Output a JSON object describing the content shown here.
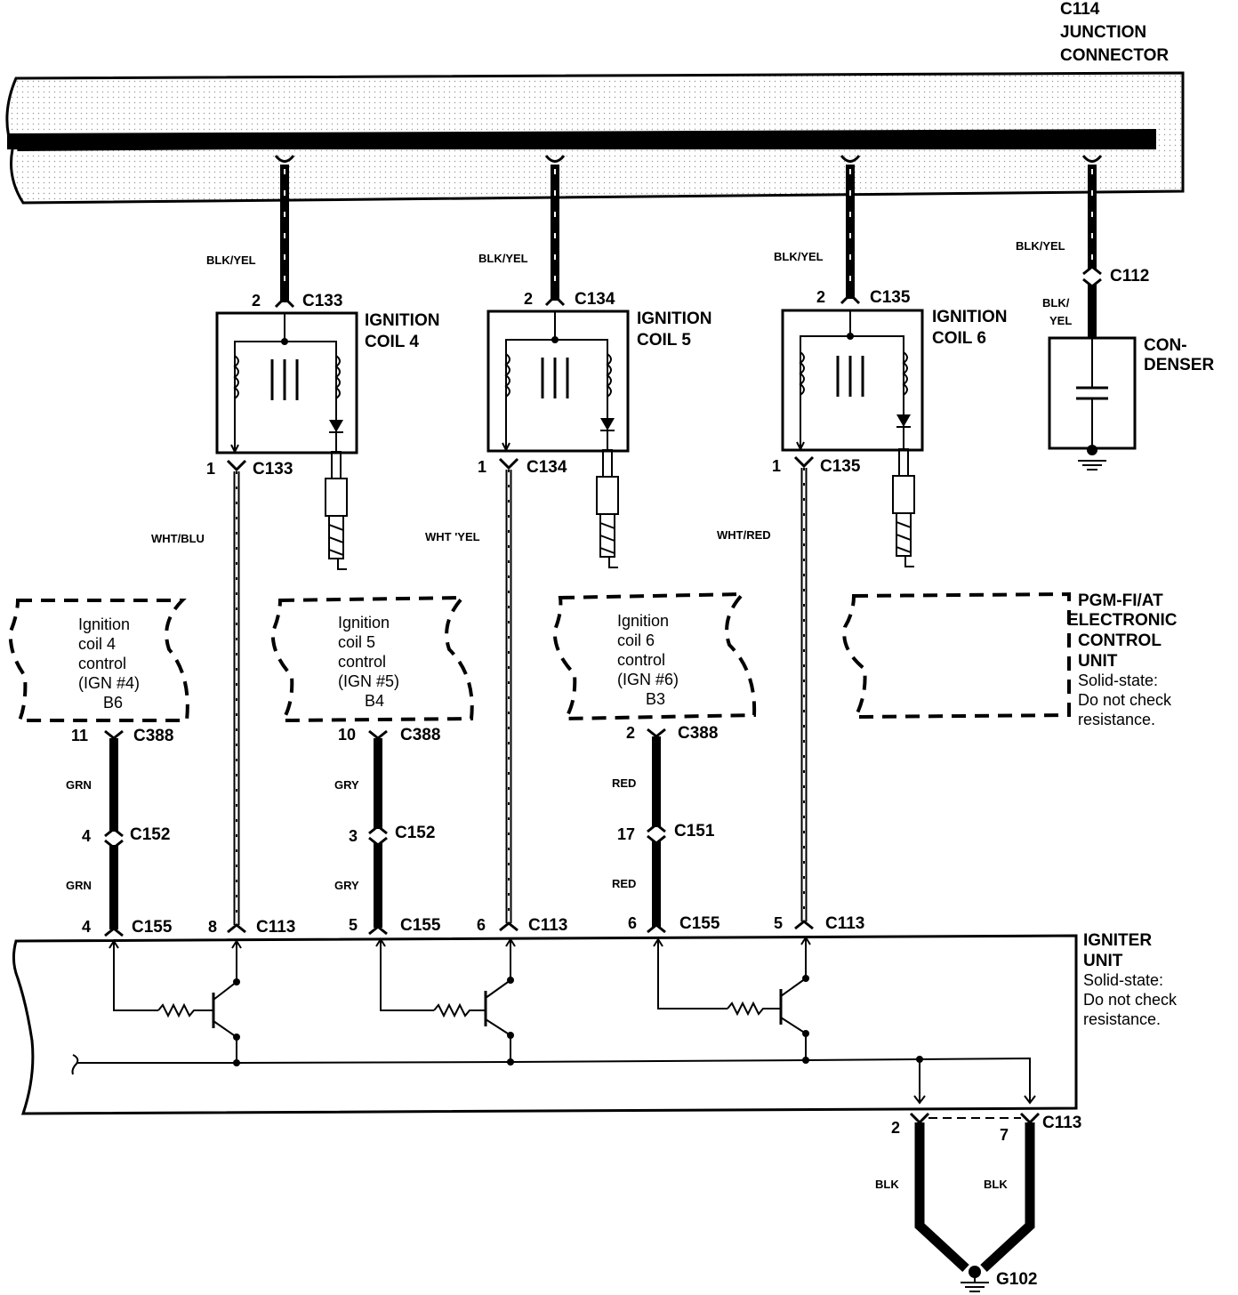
{
  "junction": {
    "line1": "C114",
    "line2": "JUNCTION",
    "line3": "CONNECTOR"
  },
  "coils": [
    {
      "title1": "IGNITION",
      "title2": "COIL 4",
      "top_conn": "C133",
      "top_pin": "2",
      "bottom_conn": "C133",
      "bottom_pin": "1",
      "supply_wire": "BLK/YEL",
      "signal_wire": "WHT/BLU",
      "ctl_lines": [
        "Ignition",
        "coil 4",
        "control",
        "(IGN #4)",
        "B6"
      ],
      "c388_pin": "11",
      "c388": "C388",
      "mid_wire": "GRN",
      "mid_pin": "4",
      "mid_conn": "C152",
      "low_wire": "GRN",
      "c155_pin": "4",
      "c155": "C155",
      "c113_pin": "8",
      "c113": "C113"
    },
    {
      "title1": "IGNITION",
      "title2": "COIL 5",
      "top_conn": "C134",
      "top_pin": "2",
      "bottom_conn": "C134",
      "bottom_pin": "1",
      "supply_wire": "BLK/YEL",
      "signal_wire": "WHT 'YEL",
      "ctl_lines": [
        "Ignition",
        "coil 5",
        "control",
        "(IGN #5)",
        "B4"
      ],
      "c388_pin": "10",
      "c388": "C388",
      "mid_wire": "GRY",
      "mid_pin": "3",
      "mid_conn": "C152",
      "low_wire": "GRY",
      "c155_pin": "5",
      "c155": "C155",
      "c113_pin": "6",
      "c113": "C113"
    },
    {
      "title1": "IGNITION",
      "title2": "COIL 6",
      "top_conn": "C135",
      "top_pin": "2",
      "bottom_conn": "C135",
      "bottom_pin": "1",
      "supply_wire": "BLK/YEL",
      "signal_wire": "WHT/RED",
      "ctl_lines": [
        "Ignition",
        "coil 6",
        "control",
        "(IGN #6)",
        "B3"
      ],
      "c388_pin": "2",
      "c388": "C388",
      "mid_wire": "RED",
      "mid_pin": "17",
      "mid_conn": "C151",
      "low_wire": "RED",
      "c155_pin": "6",
      "c155": "C155",
      "c113_pin": "5",
      "c113": "C113"
    }
  ],
  "condenser": {
    "wire_top": "BLK/YEL",
    "conn": "C112",
    "wire_bottom_1": "BLK/",
    "wire_bottom_2": "YEL",
    "label1": "CON-",
    "label2": "DENSER"
  },
  "ecu": {
    "line1": "PGM-FI/AT",
    "line2": "ELECTRONIC",
    "line3": "CONTROL",
    "line4": "UNIT",
    "note1": "Solid-state:",
    "note2": "Do not check",
    "note3": "resistance."
  },
  "igniter": {
    "line1": "IGNITER",
    "line2": "UNIT",
    "note1": "Solid-state:",
    "note2": "Do not check",
    "note3": "resistance."
  },
  "ground": {
    "pin_left": "2",
    "pin_right": "7",
    "conn": "C113",
    "wire_left": "BLK",
    "wire_right": "BLK",
    "label": "G102"
  }
}
